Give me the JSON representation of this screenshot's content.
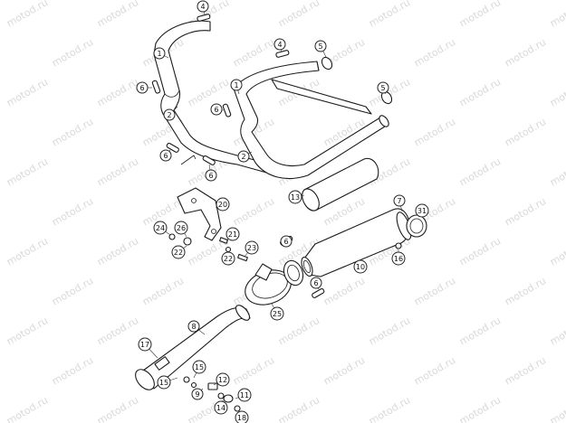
{
  "watermark": "motod.ru",
  "callouts": [
    {
      "label": "4"
    },
    {
      "label": "1"
    },
    {
      "label": "6"
    },
    {
      "label": "2"
    },
    {
      "label": "4"
    },
    {
      "label": "5"
    },
    {
      "label": "1"
    },
    {
      "label": "6"
    },
    {
      "label": "5"
    },
    {
      "label": "6"
    },
    {
      "label": "6"
    },
    {
      "label": "2"
    },
    {
      "label": "13"
    },
    {
      "label": "7"
    },
    {
      "label": "20"
    },
    {
      "label": "31"
    },
    {
      "label": "24"
    },
    {
      "label": "26"
    },
    {
      "label": "22"
    },
    {
      "label": "21"
    },
    {
      "label": "22"
    },
    {
      "label": "23"
    },
    {
      "label": "6"
    },
    {
      "label": "16"
    },
    {
      "label": "10"
    },
    {
      "label": "25"
    },
    {
      "label": "8"
    },
    {
      "label": "6"
    },
    {
      "label": "17"
    },
    {
      "label": "15"
    },
    {
      "label": "15"
    },
    {
      "label": "12"
    },
    {
      "label": "9"
    },
    {
      "label": "14"
    },
    {
      "label": "11"
    },
    {
      "label": "18"
    }
  ]
}
